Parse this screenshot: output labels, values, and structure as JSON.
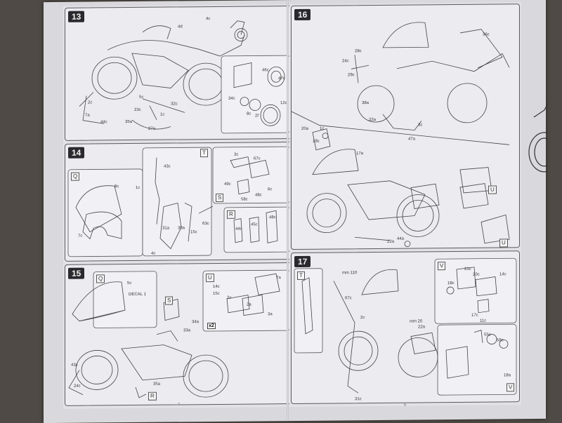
{
  "steps": [
    {
      "number": "13"
    },
    {
      "number": "14"
    },
    {
      "number": "15"
    },
    {
      "number": "16"
    },
    {
      "number": "17"
    }
  ],
  "step13": {
    "labels": [
      "4c",
      "4d",
      "2c",
      "7a",
      "44c",
      "5c",
      "35a",
      "23c",
      "32c",
      "1c",
      "27a",
      "34c",
      "46c",
      "47c",
      "8c",
      "12c",
      "2f"
    ]
  },
  "step14": {
    "labels": [
      "8c",
      "7c",
      "43c",
      "31a",
      "30a",
      "4c",
      "63c",
      "15c",
      "3c",
      "67c",
      "49c",
      "58c",
      "48c",
      "44c",
      "45c",
      "48c",
      "1c",
      "6c"
    ],
    "boxes": [
      "Q",
      "T",
      "S",
      "R"
    ]
  },
  "step15": {
    "labels": [
      "5c",
      "34a",
      "33a",
      "14c",
      "15c",
      "2c",
      "43c",
      "24c",
      "35a",
      "7a",
      "3a",
      "2a"
    ],
    "boxes": [
      "Q",
      "S",
      "U",
      "R"
    ],
    "decal": "DECAL 1",
    "multiplier": "x2"
  },
  "step16": {
    "labels": [
      "36c",
      "28c",
      "24c",
      "29c",
      "38a",
      "22a",
      "3c",
      "47a",
      "20a",
      "1c",
      "19c",
      "17a",
      "22a",
      "44a"
    ],
    "boxes": [
      "U",
      "U"
    ]
  },
  "step17": {
    "labels": [
      "67c",
      "2c",
      "31c",
      "22a",
      "21c",
      "20c",
      "18c",
      "17c",
      "11c",
      "14c",
      "55c",
      "58c",
      "18a"
    ],
    "boxes": [
      "T",
      "V",
      "V"
    ],
    "measure1": "mm 110",
    "measure2": "mm 20"
  },
  "page_numbers": {
    "left": "7",
    "right": "8"
  }
}
